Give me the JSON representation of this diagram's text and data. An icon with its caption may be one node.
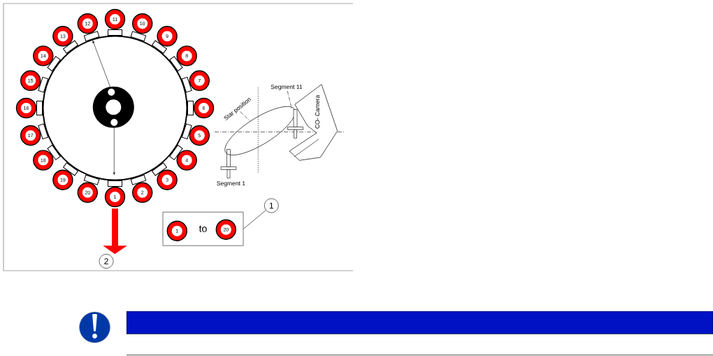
{
  "diagram": {
    "nodes": [
      {
        "text": [
          "1"
        ]
      },
      {
        "text": [
          "2"
        ]
      },
      {
        "text": [
          "3"
        ]
      },
      {
        "text": [
          "4"
        ]
      },
      {
        "text": [
          "5"
        ]
      },
      {
        "text": [
          "6"
        ]
      },
      {
        "text": [
          "7"
        ]
      },
      {
        "text": [
          "8"
        ]
      },
      {
        "text": [
          "9"
        ]
      },
      {
        "text": [
          "10"
        ]
      },
      {
        "text": [
          "11"
        ]
      },
      {
        "text": [
          "12"
        ]
      },
      {
        "text": [
          "13"
        ]
      },
      {
        "text": [
          "14"
        ]
      },
      {
        "text": [
          "15"
        ]
      },
      {
        "text": [
          "16"
        ]
      },
      {
        "text": [
          "17"
        ]
      },
      {
        "text": [
          "18"
        ]
      },
      {
        "text": [
          "19"
        ]
      },
      {
        "text": [
          "20"
        ]
      },
      {
        "text": [
          "Star position"
        ]
      },
      {
        "text": [],
        "shape": "ellipse"
      },
      {
        "text": [
          "Segment 11"
        ]
      },
      {
        "text": [],
        "shape": "picture"
      },
      {
        "text": [
          "CO- Camera"
        ]
      },
      {
        "text": [
          "1"
        ]
      },
      {
        "text": [
          "to"
        ]
      },
      {
        "text": [
          "1"
        ],
        "in": 26
      },
      {
        "text": [
          "20"
        ],
        "in": 26
      },
      {
        "text": [
          "2"
        ]
      }
    ],
    "edges": [
      {
        "from": 0,
        "to": 29,
        "arrow": "to",
        "style": "thick",
        "color": "#ff0000"
      },
      {
        "from": 20,
        "to": 21,
        "arrow": "none",
        "style": "dashed"
      },
      {
        "from": 22,
        "to": 23,
        "arrow": "none",
        "style": "dashed"
      },
      {
        "from": 25,
        "to": 26,
        "arrow": "none"
      }
    ],
    "labels": [
      "Segment 1"
    ]
  }
}
